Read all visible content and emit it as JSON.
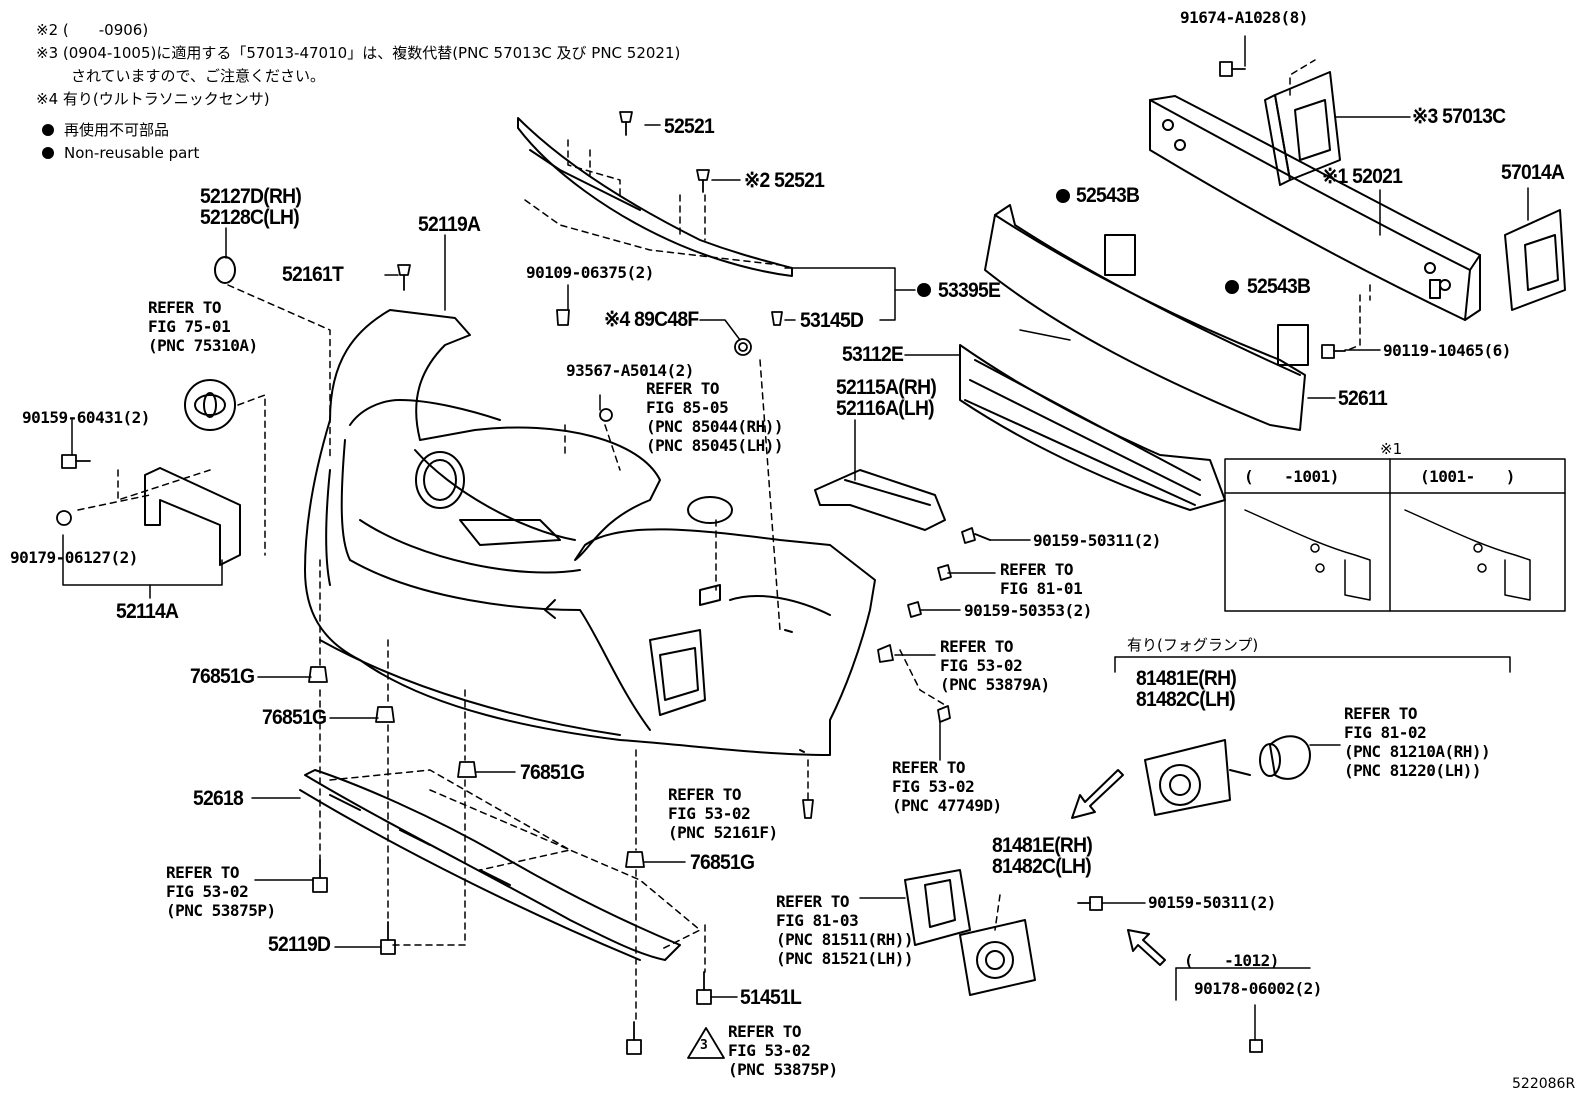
{
  "notes": {
    "note2": "※2 (　　-0906)",
    "note3_line1": "※3 (0904-1005)に適用する「57013-47010」は、複数代替(PNC 57013C 及び PNC 52021)",
    "note3_line2": "されていますので、ご注意ください。",
    "note4": "※4 有り(ウルトラソニックセンサ)",
    "nonreusable_jp": "再使用不可部品",
    "nonreusable_en": "Non-reusable part"
  },
  "parts": {
    "p91674": "91674-A1028(8)",
    "p57013C": "※3 57013C",
    "p52021": "※1 52021",
    "p57014A": "57014A",
    "p52543B_1": "52543B",
    "p52543B_2": "52543B",
    "p90119": "90119-10465(6)",
    "p52611": "52611",
    "p52521_1": "52521",
    "p52521_2": "※2 52521",
    "p52127D": "52127D(RH)",
    "p52128C": "52128C(LH)",
    "p52119A": "52119A",
    "p52161T": "52161T",
    "p90109": "90109-06375(2)",
    "p53395E": "53395E",
    "p89C48F": "※4 89C48F",
    "p53145D": "53145D",
    "p53112E": "53112E",
    "p52115A": "52115A(RH)",
    "p52116A": "52116A(LH)",
    "p93567": "93567-A5014(2)",
    "p90159_60431": "90159-60431(2)",
    "p90179": "90179-06127(2)",
    "p52114A": "52114A",
    "p90159_50311_a": "90159-50311(2)",
    "p90159_50353": "90159-50353(2)",
    "p76851G_1": "76851G",
    "p76851G_2": "76851G",
    "p76851G_3": "76851G",
    "p76851G_4": "76851G",
    "p52618": "52618",
    "p52119D": "52119D",
    "p51451L": "51451L",
    "p81481E_1": "81481E(RH)",
    "p81482C_1": "81482C(LH)",
    "p81481E_2": "81481E(RH)",
    "p81482C_2": "81482C(LH)",
    "p90159_50311_b": "90159-50311(2)",
    "p90178": "90178-06002(2)",
    "p1012": "(　　-1012)",
    "fog_group": "有り(フォグランプ)",
    "inset_mark": "※1",
    "inset_left": "(　　-1001)",
    "inset_right": "(1001-　　)",
    "triangle_num": "3",
    "diagram_id": "522086R"
  },
  "refs": {
    "r75": "REFER TO\nFIG 75-01\n(PNC 75310A)",
    "r85": "REFER TO\nFIG 85-05\n(PNC 85044(RH))\n(PNC 85045(LH))",
    "r8101": "REFER TO\nFIG 81-01",
    "r53_879": "REFER TO\nFIG 53-02\n(PNC 53879A)",
    "r53_749": "REFER TO\nFIG 53-02\n(PNC 47749D)",
    "r53_161": "REFER TO\nFIG 53-02\n(PNC 52161F)",
    "r53_875a": "REFER TO\nFIG 53-02\n(PNC 53875P)",
    "r53_875b": "REFER TO\nFIG 53-02\n(PNC 53875P)",
    "r8102": "REFER TO\nFIG 81-02\n(PNC 81210A(RH))\n(PNC 81220(LH))",
    "r8103": "REFER TO\nFIG 81-03\n(PNC 81511(RH))\n(PNC 81521(LH))"
  }
}
